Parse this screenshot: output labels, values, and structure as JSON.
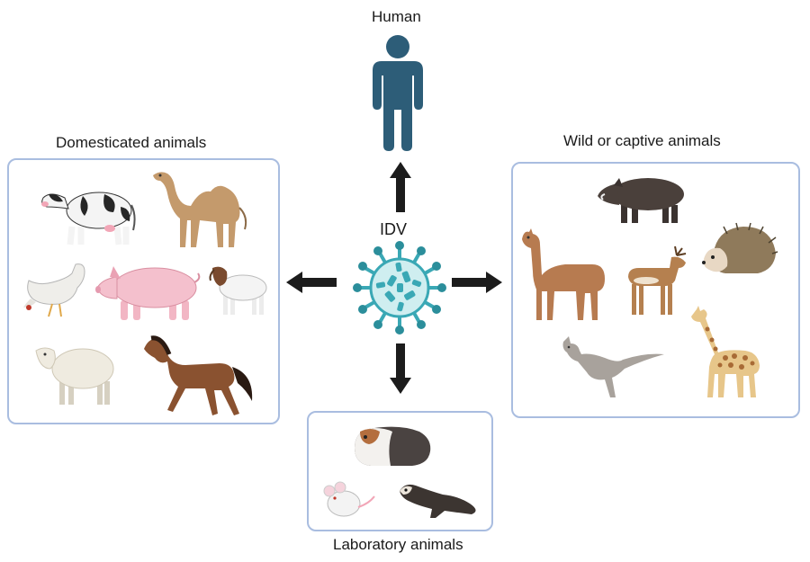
{
  "labels": {
    "human": "Human",
    "domesticated": "Domesticated animals",
    "wild": "Wild or captive animals",
    "laboratory": "Laboratory animals",
    "virus": "IDV"
  },
  "groups": {
    "domesticated": [
      "cow-icon",
      "camel-icon",
      "chicken-icon",
      "pig-icon",
      "goat-icon",
      "sheep-icon",
      "horse-icon"
    ],
    "wild": [
      "wild-boar-icon",
      "llama-icon",
      "deer-icon",
      "hedgehog-icon",
      "kangaroo-icon",
      "giraffe-icon"
    ],
    "laboratory": [
      "guinea-pig-icon",
      "mouse-icon",
      "ferret-icon"
    ]
  },
  "colors": {
    "box_border": "#a9bde0",
    "arrow": "#1c1c1c",
    "human": "#2d5d78",
    "virus": "#3aa8b5"
  }
}
